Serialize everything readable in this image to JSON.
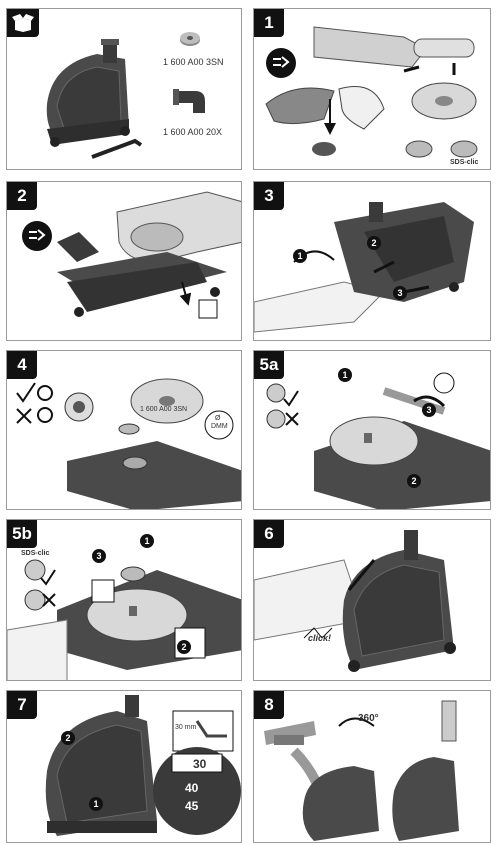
{
  "panels": {
    "p0": {
      "part_a": "1 600 A00 3SN",
      "part_b": "1 600 A00 20X"
    },
    "p1": {
      "step": "1",
      "sds": "SDS-clic"
    },
    "p2": {
      "step": "2"
    },
    "p3": {
      "step": "3",
      "callouts": [
        "1",
        "2",
        "3"
      ]
    },
    "p4": {
      "step": "4",
      "part": "1 600 A00 3SN",
      "dmm_a": "DMM",
      "dmm_b": "Ø"
    },
    "p5a": {
      "step": "5a",
      "callouts": [
        "1",
        "2",
        "3"
      ]
    },
    "p5b": {
      "step": "5b",
      "sds": "SDS-clic",
      "callouts": [
        "1",
        "2",
        "3"
      ]
    },
    "p6": {
      "step": "6",
      "click": "click!"
    },
    "p7": {
      "step": "7",
      "mm": "30 mm",
      "depths": [
        "30",
        "40",
        "45"
      ],
      "callouts": [
        "1",
        "2"
      ]
    },
    "p8": {
      "step": "8",
      "rotate": "360°"
    }
  },
  "colors": {
    "guard": "#4a4a4a",
    "guard_dark": "#2e2e2e",
    "metal": "#bdbdbd",
    "tag": "#111111"
  }
}
